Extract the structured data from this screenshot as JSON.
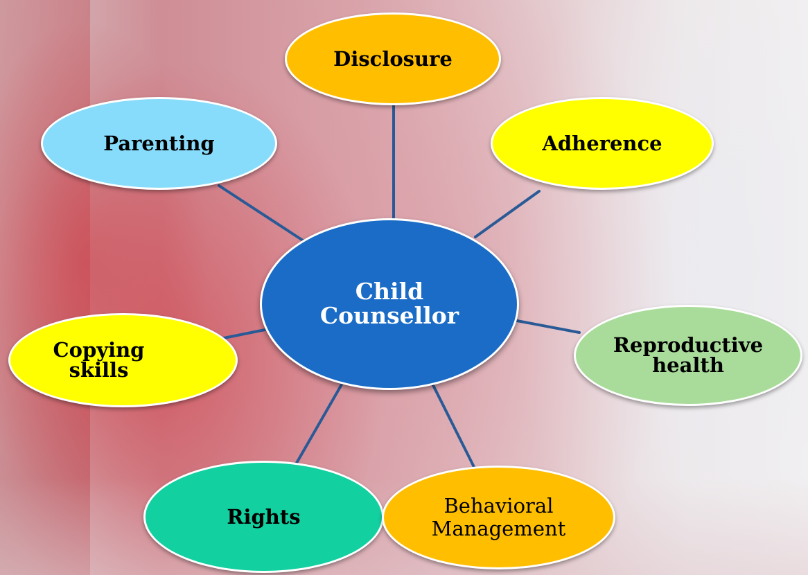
{
  "diagram": {
    "center": {
      "label_line1": "Child",
      "label_line2": "Counsellor",
      "color": "#1a6cc6"
    },
    "nodes": [
      {
        "id": "disclosure",
        "label": "Disclosure",
        "color": "#ffbf00"
      },
      {
        "id": "parenting",
        "label": "Parenting",
        "color": "#88dcfb"
      },
      {
        "id": "adherence",
        "label": "Adherence",
        "color": "#ffff00"
      },
      {
        "id": "reproductive",
        "label_line1": "Reproductive",
        "label_line2": "health",
        "color": "#a9dc9a"
      },
      {
        "id": "copying",
        "label_line1": "Copying",
        "label_line2": "skills",
        "color": "#ffff00"
      },
      {
        "id": "rights",
        "label": "Rights",
        "color": "#12d0a0"
      },
      {
        "id": "behavioral",
        "label_line1": "Behavioral",
        "label_line2": "Management",
        "color": "#ffbf00"
      }
    ],
    "connector_color": "#2a5a96"
  }
}
